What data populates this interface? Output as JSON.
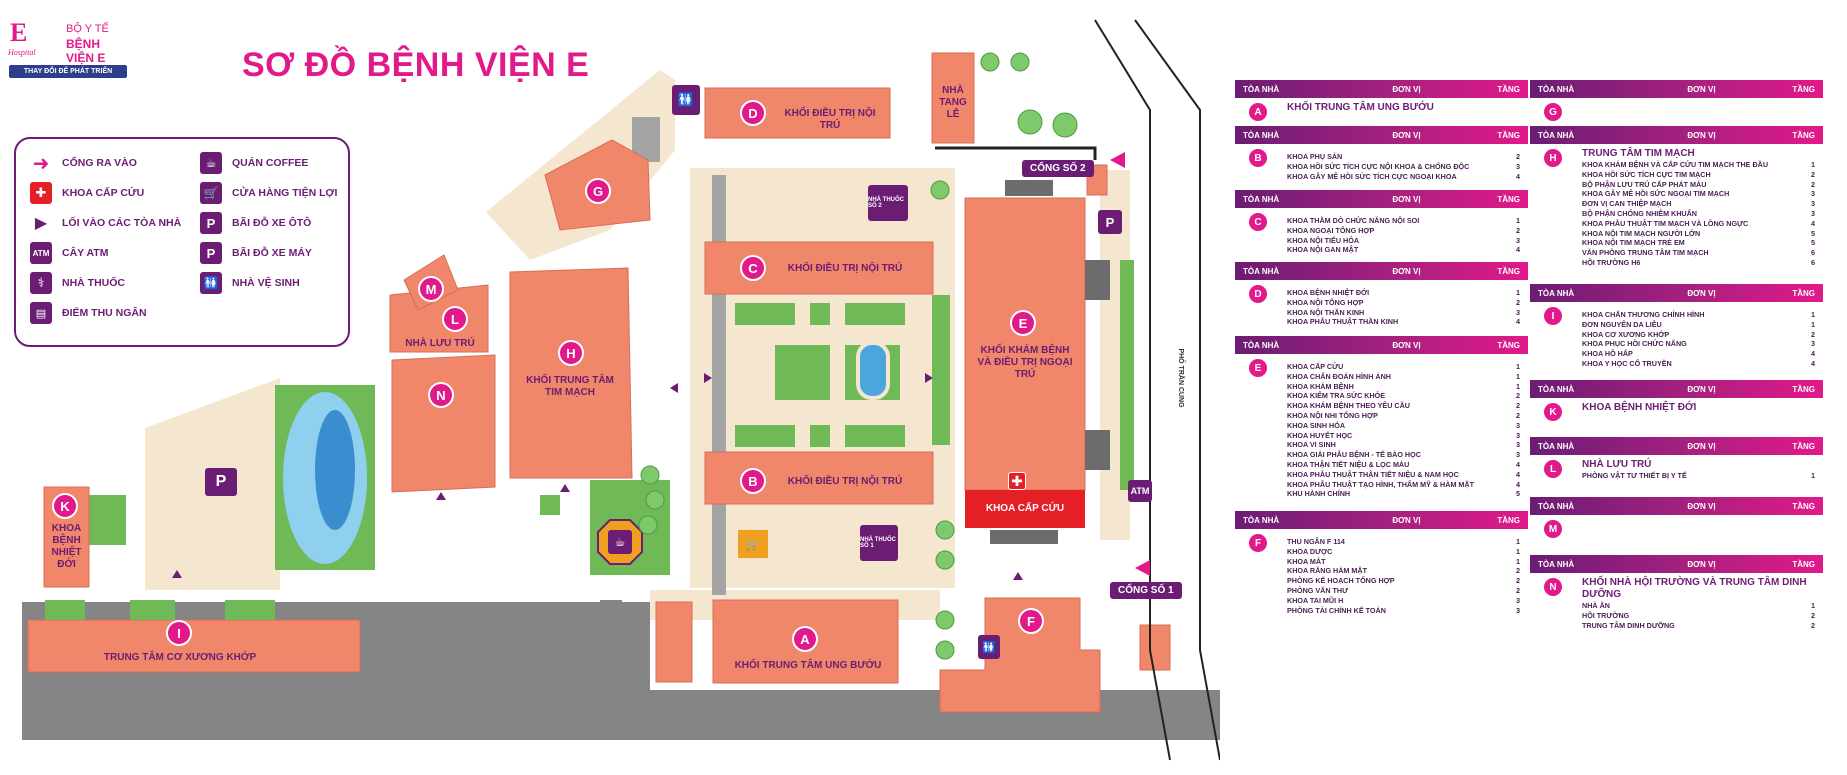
{
  "header": {
    "logo_mark": "E",
    "logo_sub": "Hospital",
    "logo_line1": "BỘ Y TẾ",
    "logo_line2": "BỆNH VIỆN E",
    "slogan": "THAY ĐỔI ĐỂ PHÁT TRIỂN",
    "title": "SƠ ĐỒ BỆNH VIỆN E"
  },
  "colors": {
    "brand_pink": "#e2198a",
    "brand_purple": "#6b1d74",
    "building": "#f0866a",
    "ground": "#f4e6cf",
    "green": "#6fb957",
    "road": "#858585",
    "water": "#4aa6dc"
  },
  "legend": [
    {
      "icon": "arrow-right-icon",
      "label": "CỔNG RA VÀO"
    },
    {
      "icon": "red-cross-icon",
      "label": "KHOA CẤP CỨU"
    },
    {
      "icon": "triangle-icon",
      "label": "LỐI VÀO CÁC TÒA NHÀ"
    },
    {
      "icon": "atm-icon",
      "label": "CÂY ATM"
    },
    {
      "icon": "pharmacy-icon",
      "label": "NHÀ THUỐC"
    },
    {
      "icon": "cashier-icon",
      "label": "ĐIỂM THU NGÂN"
    },
    {
      "icon": "coffee-icon",
      "label": "QUÁN COFFEE"
    },
    {
      "icon": "cart-icon",
      "label": "CỬA HÀNG TIỆN LỢI"
    },
    {
      "icon": "car-parking-icon",
      "label": "BÃI ĐỖ XE ÔTÔ"
    },
    {
      "icon": "moto-parking-icon",
      "label": "BÃI ĐỖ XE MÁY"
    },
    {
      "icon": "toilet-icon",
      "label": "NHÀ VỆ SINH"
    }
  ],
  "legend_glyphs": {
    "atm": "ATM",
    "parking": "P"
  },
  "map": {
    "buildings": {
      "A": {
        "badge": "A",
        "name": "KHỐI TRUNG TÂM UNG BƯỚU"
      },
      "B": {
        "badge": "B",
        "name": "KHỐI ĐIỀU TRỊ NỘI TRÚ"
      },
      "C": {
        "badge": "C",
        "name": "KHỐI ĐIỀU TRỊ NỘI TRÚ"
      },
      "D": {
        "badge": "D",
        "name": "KHỐI ĐIỀU TRỊ NỘI TRÚ"
      },
      "E": {
        "badge": "E",
        "name": "KHỐI KHÁM BỆNH VÀ ĐIỀU TRỊ NGOẠI TRÚ"
      },
      "F": {
        "badge": "F"
      },
      "G": {
        "badge": "G"
      },
      "H": {
        "badge": "H",
        "name": "KHỐI TRUNG TÂM TIM MẠCH"
      },
      "I": {
        "badge": "I",
        "name": "TRUNG TÂM CƠ XƯƠNG KHỚP"
      },
      "K": {
        "badge": "K",
        "name": "KHOA BỆNH NHIỆT ĐỚI"
      },
      "L": {
        "badge": "L",
        "name": "NHÀ LƯU TRÚ"
      },
      "M": {
        "badge": "M"
      },
      "N": {
        "badge": "N"
      }
    },
    "nha_tang_le": "NHÀ TANG LỄ",
    "emergency": "KHOA CẤP CỨU",
    "gate1": "CỔNG SỐ 1",
    "gate2": "CỔNG SỐ 2",
    "street": "PHỐ TRẦN CUNG",
    "pharmacy1": "NHÀ THUỐC SỐ 1",
    "pharmacy2": "NHÀ THUỐC SỐ 2",
    "atm": "ATM",
    "parking": "P"
  },
  "directory": {
    "headers": [
      "TÒA NHÀ",
      "ĐƠN VỊ",
      "TẦNG"
    ],
    "tables": [
      {
        "letter": "A",
        "title": "KHỐI TRUNG TÂM UNG BƯỚU",
        "rows": []
      },
      {
        "letter": "B",
        "rows": [
          {
            "name": "KHOA PHỤ SẢN",
            "floor": "2"
          },
          {
            "name": "KHOA HỒI SỨC TÍCH CỰC NỘI KHOA & CHỐNG ĐỘC",
            "floor": "3"
          },
          {
            "name": "KHOA GÂY MÊ HỒI SỨC TÍCH CỰC NGOẠI KHOA",
            "floor": "4"
          }
        ]
      },
      {
        "letter": "C",
        "rows": [
          {
            "name": "KHOA THĂM DÒ CHỨC NĂNG NỘI SOI",
            "floor": "1"
          },
          {
            "name": "KHOA NGOẠI TỔNG HỢP",
            "floor": "2"
          },
          {
            "name": "KHOA NỘI TIẾU HÓA",
            "floor": "3"
          },
          {
            "name": "KHOA NỘI GAN MẬT",
            "floor": "4"
          }
        ]
      },
      {
        "letter": "D",
        "rows": [
          {
            "name": "KHOA BỆNH NHIỆT ĐỚI",
            "floor": "1"
          },
          {
            "name": "KHOA NỘI TỔNG HỢP",
            "floor": "2"
          },
          {
            "name": "KHOA NỘI THẦN KINH",
            "floor": "3"
          },
          {
            "name": "KHOA PHẪU THUẬT THẦN KINH",
            "floor": "4"
          }
        ]
      },
      {
        "letter": "E",
        "rows": [
          {
            "name": "KHOA CẤP CỨU",
            "floor": "1"
          },
          {
            "name": "KHOA CHẨN ĐOÁN HÌNH ẢNH",
            "floor": "1"
          },
          {
            "name": "KHOA KHÁM BỆNH",
            "floor": "1"
          },
          {
            "name": "KHOA KIỂM TRA SỨC KHỎE",
            "floor": "2"
          },
          {
            "name": "KHOA KHÁM BỆNH THEO YÊU CẦU",
            "floor": "2"
          },
          {
            "name": "KHOA NỘI NHI TỔNG HỢP",
            "floor": "2"
          },
          {
            "name": "KHOA SINH HÓA",
            "floor": "3"
          },
          {
            "name": "KHOA HUYẾT HỌC",
            "floor": "3"
          },
          {
            "name": "KHOA VI SINH",
            "floor": "3"
          },
          {
            "name": "KHOA GIẢI PHẪU BỆNH - TẾ BÀO HỌC",
            "floor": "3"
          },
          {
            "name": "KHOA THẬN TIẾT NIỆU & LỌC MÁU",
            "floor": "4"
          },
          {
            "name": "KHOA PHẪU THUẬT THẬN TIẾT NIỆU & NAM HỌC",
            "floor": "4"
          },
          {
            "name": "KHOA PHẪU THUẬT TẠO HÌNH, THẨM MỸ & HÀM MẶT",
            "floor": "4"
          },
          {
            "name": "KHU HÀNH CHÍNH",
            "floor": "5"
          }
        ]
      },
      {
        "letter": "F",
        "rows": [
          {
            "name": "THU NGÂN F 114",
            "floor": "1"
          },
          {
            "name": "KHOA DƯỢC",
            "floor": "1"
          },
          {
            "name": "KHOA MẮT",
            "floor": "1"
          },
          {
            "name": "KHOA RĂNG HÀM MẶT",
            "floor": "2"
          },
          {
            "name": "PHÒNG KẾ HOẠCH TỔNG HỢP",
            "floor": "2"
          },
          {
            "name": "PHÒNG VĂN THƯ",
            "floor": "2"
          },
          {
            "name": "KHOA TAI MŨI H",
            "floor": "3"
          },
          {
            "name": "PHÒNG TÀI CHÍNH KẾ TOÁN",
            "floor": "3"
          }
        ]
      },
      {
        "letter": "G",
        "rows": []
      },
      {
        "letter": "H",
        "title": "TRUNG TÂM TIM MẠCH",
        "rows": [
          {
            "name": "KHOA KHÁM BỆNH VÀ CẤP CỨU TIM MẠCH THE ĐẦU",
            "floor": "1"
          },
          {
            "name": "KHOA HỒI SỨC TÍCH CỰC TIM MẠCH",
            "floor": "2"
          },
          {
            "name": "BỘ PHẬN LƯU TRÚ CẤP PHÁT MÁU",
            "floor": "2"
          },
          {
            "name": "KHOA GÂY MÊ HỒI SỨC NGOẠI TIM MẠCH",
            "floor": "3"
          },
          {
            "name": "ĐƠN VỊ CAN THIỆP MẠCH",
            "floor": "3"
          },
          {
            "name": "BỘ PHẬN CHỐNG NHIỄM KHUẨN",
            "floor": "3"
          },
          {
            "name": "KHOA PHẪU THUẬT TIM MẠCH VÀ LỒNG NGỰC",
            "floor": "4"
          },
          {
            "name": "KHOA NỘI TIM MẠCH NGƯỜI LỚN",
            "floor": "5"
          },
          {
            "name": "KHOA NỘI TIM MẠCH TRẺ EM",
            "floor": "5"
          },
          {
            "name": "VĂN PHÒNG TRUNG TÂM TIM MẠCH",
            "floor": "6"
          },
          {
            "name": "HỘI TRƯỜNG H6",
            "floor": "6"
          }
        ]
      },
      {
        "letter": "I",
        "rows": [
          {
            "name": "KHOA CHẤN THƯƠNG CHỈNH HÌNH",
            "floor": "1"
          },
          {
            "name": "ĐƠN NGUYÊN DA LIỄU",
            "floor": "1"
          },
          {
            "name": "KHOA CƠ XƯƠNG KHỚP",
            "floor": "2"
          },
          {
            "name": "KHOA PHỤC HỒI CHỨC NĂNG",
            "floor": "3"
          },
          {
            "name": "KHOA HÔ HẤP",
            "floor": "4"
          },
          {
            "name": "KHOA Y HỌC CỔ TRUYỀN",
            "floor": "4"
          }
        ]
      },
      {
        "letter": "K",
        "title": "KHOA BỆNH NHIỆT ĐỚI",
        "rows": []
      },
      {
        "letter": "L",
        "title": "NHÀ LƯU TRÚ",
        "rows": [
          {
            "name": "PHÒNG VẬT TƯ THIẾT BỊ Y TẾ",
            "floor": "1"
          }
        ]
      },
      {
        "letter": "M",
        "rows": []
      },
      {
        "letter": "N",
        "title": "KHỐI NHÀ HỘI TRƯỜNG VÀ TRUNG TÂM DINH DƯỠNG",
        "rows": [
          {
            "name": "NHÀ ĂN",
            "floor": "1"
          },
          {
            "name": "HỘI TRƯỜNG",
            "floor": "2"
          },
          {
            "name": "TRUNG TÂM DINH DƯỠNG",
            "floor": "2"
          }
        ]
      }
    ]
  }
}
